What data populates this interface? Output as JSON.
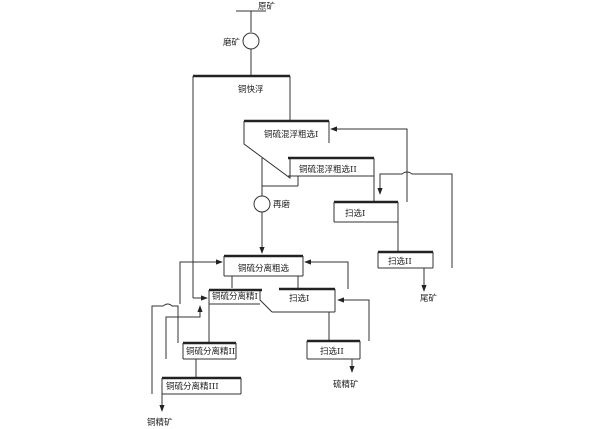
{
  "nodes": {
    "ore": "原矿",
    "grinding": "磨矿",
    "cu_fast_flotation": "铜快浮",
    "cu_s_bulk_rougher_1": "铜硫混浮粗选I",
    "cu_s_bulk_rougher_2": "铜硫混浮粗选II",
    "regrinding": "再磨",
    "scavenger_1_upper": "扫选I",
    "scavenger_2_upper": "扫选II",
    "tailings": "尾矿",
    "cu_s_separation_rougher": "铜硫分离粗选",
    "cu_s_separation_cleaner_1": "铜硫分离精I",
    "scavenger_1_lower": "扫选I",
    "cu_s_separation_cleaner_2": "铜硫分离精II",
    "scavenger_2_lower": "扫选II",
    "sulfur_concentrate": "硫精矿",
    "cu_s_separation_cleaner_3": "铜硫分离精III",
    "copper_concentrate": "铜精矿"
  }
}
